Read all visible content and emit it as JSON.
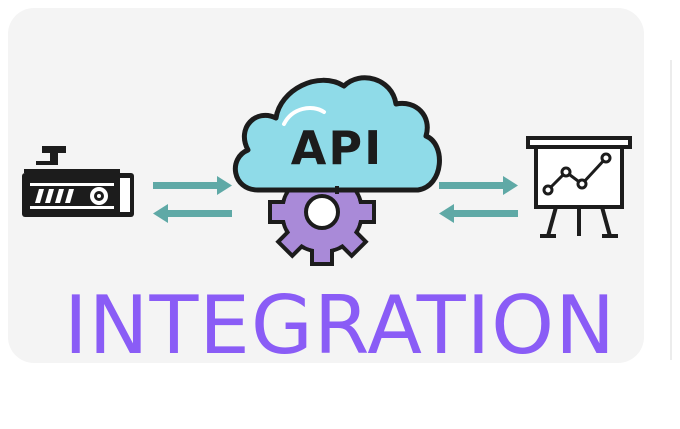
{
  "diagram": {
    "title": "INTEGRATION",
    "center_label": "API",
    "nodes": [
      {
        "name": "device",
        "icon": "projector-device-icon"
      },
      {
        "name": "api",
        "icon": "cloud-gear-icon"
      },
      {
        "name": "analytics",
        "icon": "presentation-chart-icon"
      }
    ],
    "flows": [
      {
        "from": "device",
        "to": "api",
        "direction": "bidirectional"
      },
      {
        "from": "api",
        "to": "analytics",
        "direction": "bidirectional"
      }
    ],
    "colors": {
      "title": "#8a5cf6",
      "cloud": "#8fdbe8",
      "gear": "#a98ad8",
      "arrows": "#5fa9a6",
      "outline": "#1c1c1c",
      "panel": "#f4f4f4"
    }
  }
}
